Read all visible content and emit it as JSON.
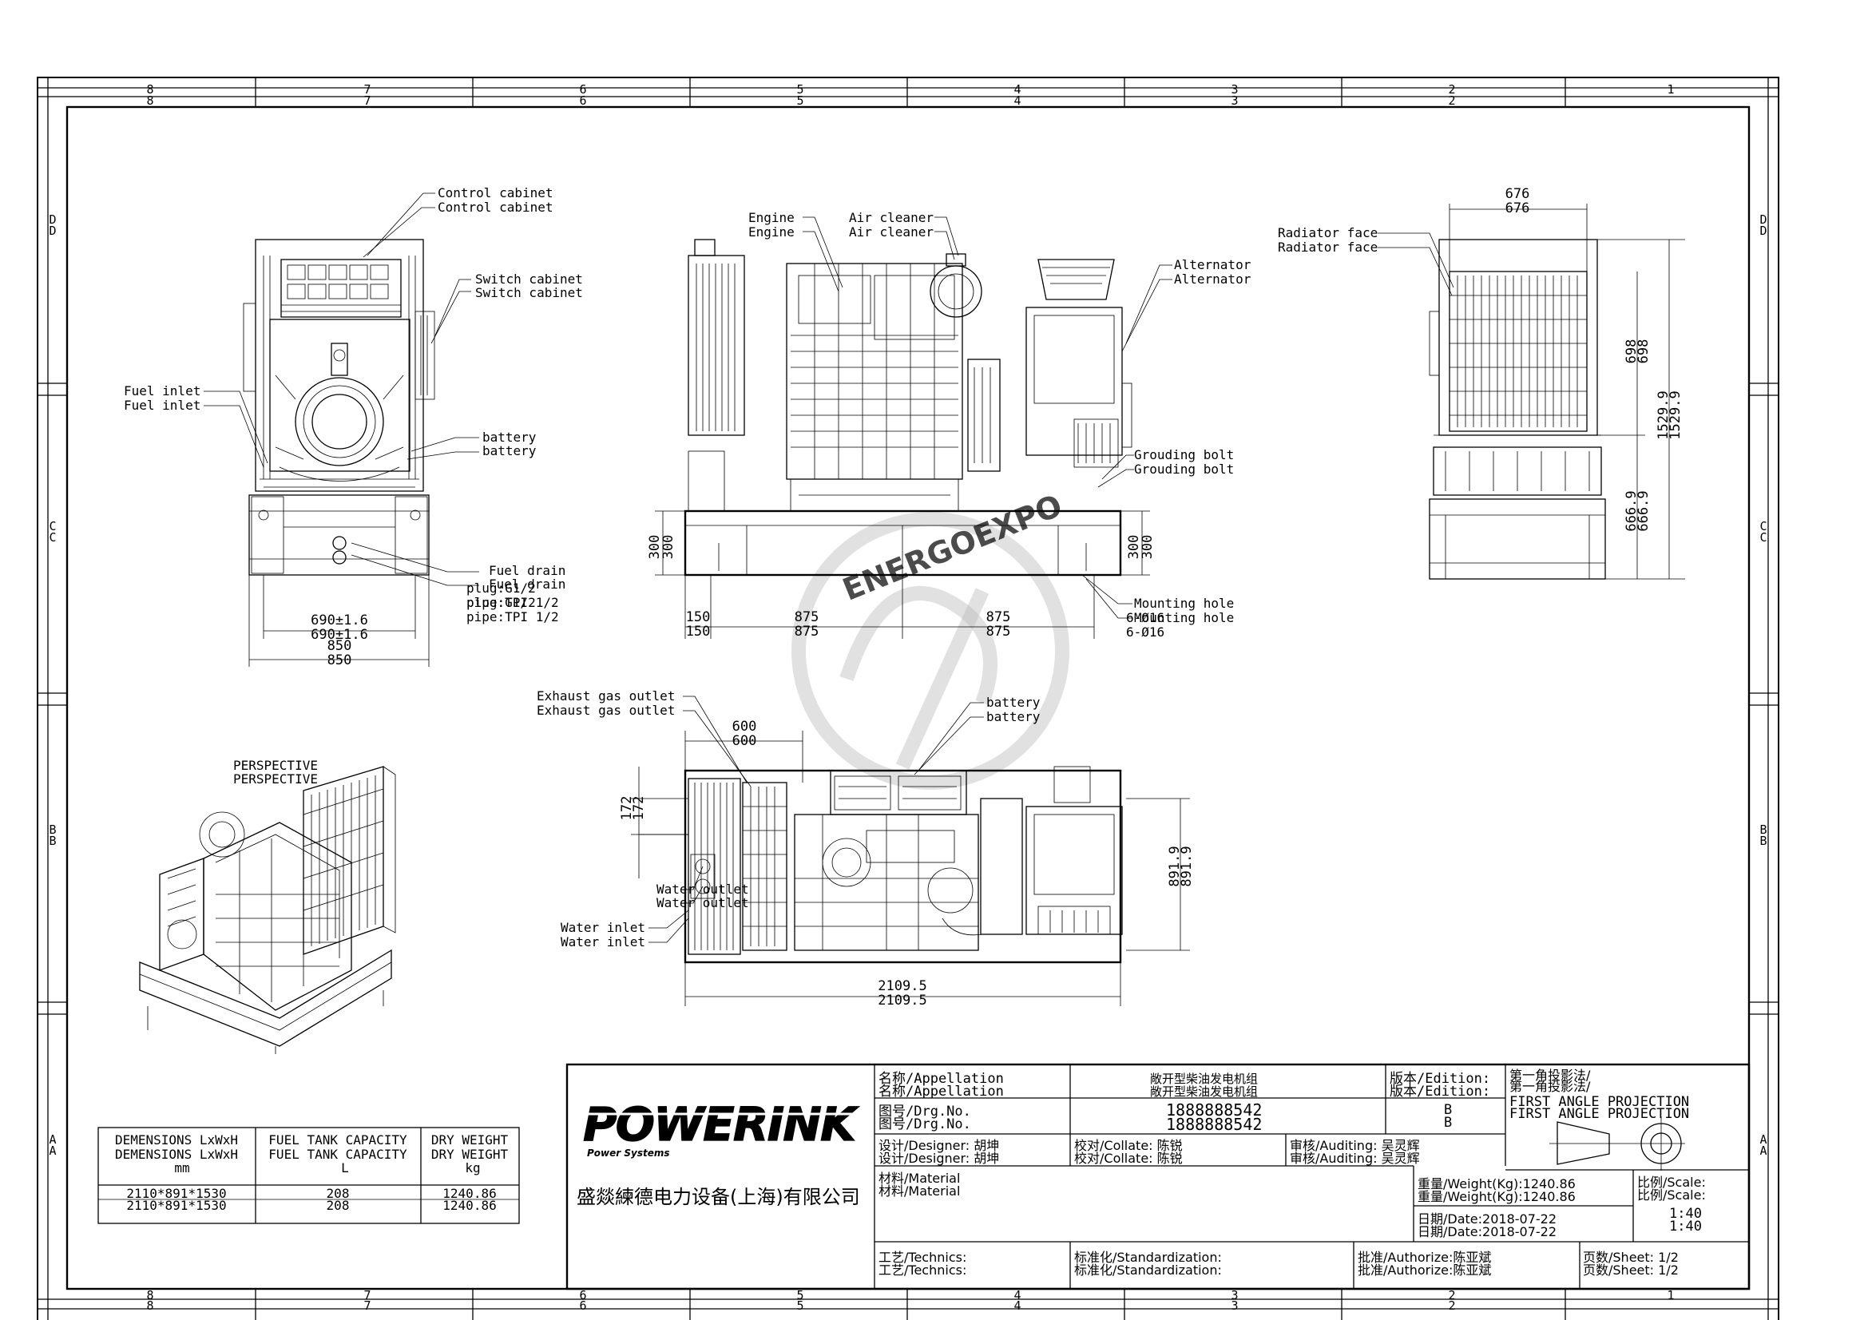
{
  "zones": {
    "columns": [
      "8",
      "7",
      "6",
      "5",
      "4",
      "3",
      "2",
      "1"
    ],
    "rows": [
      "D",
      "C",
      "B",
      "A"
    ]
  },
  "front_view": {
    "labels": {
      "control_cabinet": "Control cabinet",
      "switch_cabinet": "Switch cabinet",
      "fuel_inlet": "Fuel inlet",
      "battery": "battery",
      "fuel_drain": "Fuel drain",
      "plug": "plug:G1/2",
      "pipe": "pipe:TPI 1/2"
    },
    "dims": {
      "width_tol": "690±1.6",
      "width": "850"
    }
  },
  "side_view": {
    "labels": {
      "engine": "Engine",
      "air_cleaner": "Air cleaner",
      "alternator": "Alternator",
      "grounding_bolt": "Grouding bolt",
      "mounting_hole": "Mounting hole",
      "mounting_hole_spec": "6-Ø16"
    },
    "dims": {
      "d1": "150",
      "d2": "875",
      "d3": "875",
      "h_left": "300",
      "h_right": "300"
    }
  },
  "rear_view": {
    "labels": {
      "radiator_face": "Radiator face"
    },
    "dims": {
      "width": "676",
      "h1": "698",
      "h2": "1529.9",
      "h3": "666.9"
    }
  },
  "perspective": {
    "label": "PERSPECTIVE"
  },
  "top_view": {
    "labels": {
      "exhaust": "Exhaust gas outlet",
      "battery": "battery",
      "water_outlet": "Water outlet",
      "water_inlet": "Water inlet"
    },
    "dims": {
      "top": "600",
      "left": "172",
      "right": "891.9",
      "length": "2109.5"
    }
  },
  "spec_table": {
    "headers": [
      "DEMENSIONS  LxWxH",
      "FUEL TANK CAPACITY",
      "DRY WEIGHT"
    ],
    "units": [
      "mm",
      "L",
      "kg"
    ],
    "row": [
      "2110*891*1530",
      "208",
      "1240.86"
    ]
  },
  "title_block": {
    "logo": "POWERINK",
    "logo_sub": "Power Systems",
    "company": "盛燚練德电力设备(上海)有限公司",
    "appellation_label": "名称/Appellation",
    "appellation_value": "敞开型柴油发电机组",
    "drg_label": "图号/Drg.No.",
    "drg_value": "1888888542",
    "edition_label": "版本/Edition:",
    "edition_value": "B",
    "projection_label": "第一角投影法/",
    "projection_value": "FIRST ANGLE PROJECTION",
    "designer": "设计/Designer: 胡坤",
    "collate": "校对/Collate: 陈锐",
    "auditing": "审核/Auditing: 吴灵辉",
    "material": "材料/Material",
    "weight": "重量/Weight(Kg):1240.86",
    "scale_label": "比例/Scale:",
    "scale_value": "1:40",
    "date": "日期/Date:2018-07-22",
    "technics": "工艺/Technics:",
    "standardization": "标准化/Standardization:",
    "authorize": "批准/Authorize:陈亚斌",
    "sheet": "页数/Sheet: 1/2"
  },
  "watermark": "ENERGOEXPO"
}
